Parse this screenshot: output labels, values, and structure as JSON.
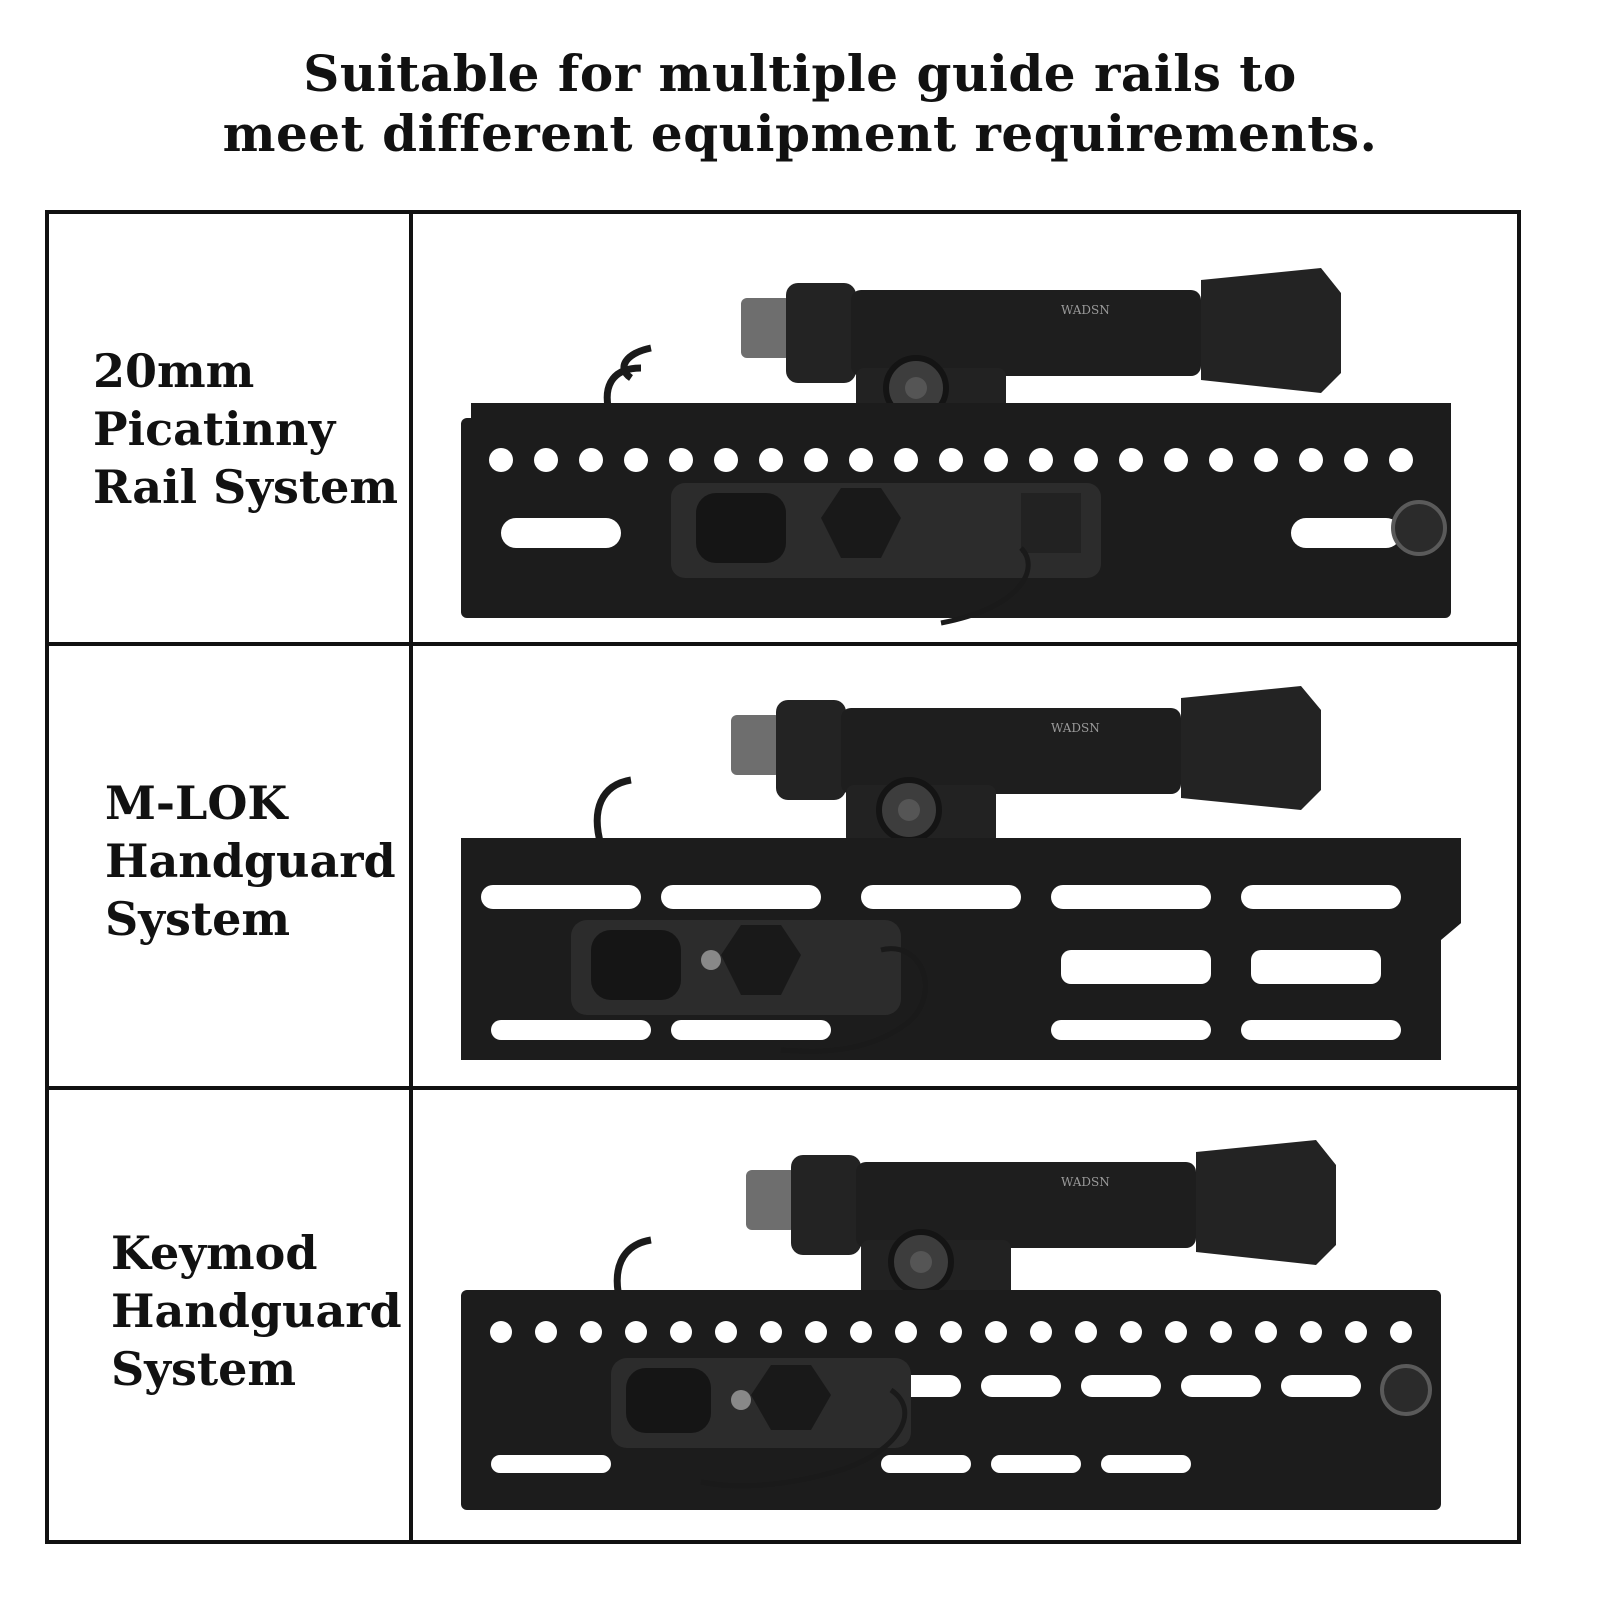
{
  "headline": {
    "line1": "Suitable for multiple guide rails to",
    "line2": "meet different equipment requirements."
  },
  "rows": [
    {
      "lines": [
        "20mm",
        "Picatinny",
        "Rail System"
      ],
      "rail_type": "picatinny",
      "brand": "WADSN"
    },
    {
      "lines": [
        "M-LOK",
        "Handguard",
        "System"
      ],
      "rail_type": "mlok",
      "brand": "WADSN"
    },
    {
      "lines": [
        "Keymod",
        "Handguard",
        "System"
      ],
      "rail_type": "keymod",
      "brand": "WADSN"
    }
  ],
  "colors": {
    "border": "#111111",
    "metal": "#1c1c1c",
    "background": "#ffffff"
  }
}
